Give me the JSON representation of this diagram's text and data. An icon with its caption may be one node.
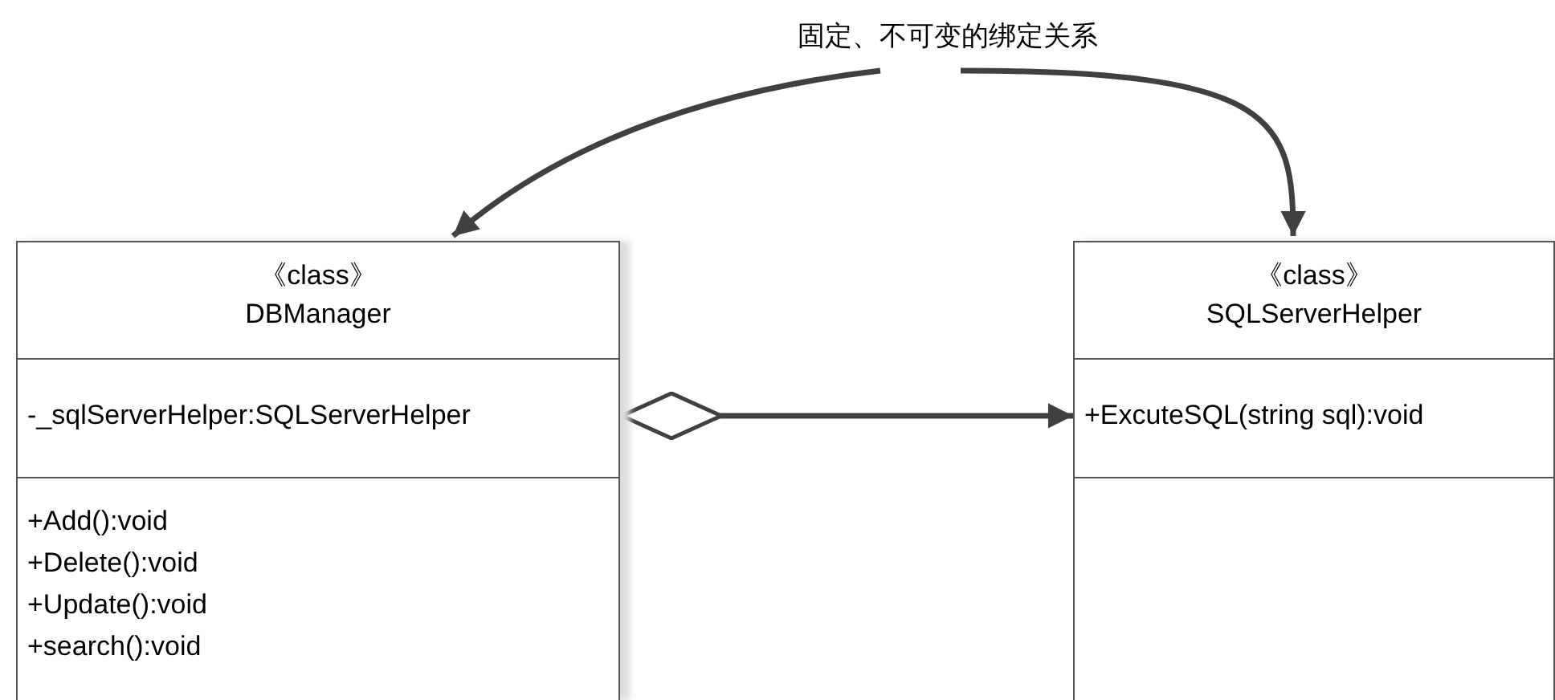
{
  "diagram": {
    "nodes": [
      {
        "text": [
          "固定、不可变的绑定关系"
        ]
      },
      {
        "text": [
          "《class》",
          "DBManager",
          "-_sqlServerHelper:SQLServerHelper",
          "+Add():void",
          "+Delete():void",
          "+Update():void",
          "+search():void"
        ]
      },
      {
        "text": [
          "《class》",
          "SQLServerHelper",
          "+ExcuteSQL(string sql):void"
        ]
      }
    ],
    "edges": [
      {
        "from": 0,
        "to": 1,
        "arrow": "to"
      },
      {
        "from": 0,
        "to": 2,
        "arrow": "to"
      },
      {
        "from": 1,
        "to": 2,
        "arrow": "to"
      }
    ]
  }
}
